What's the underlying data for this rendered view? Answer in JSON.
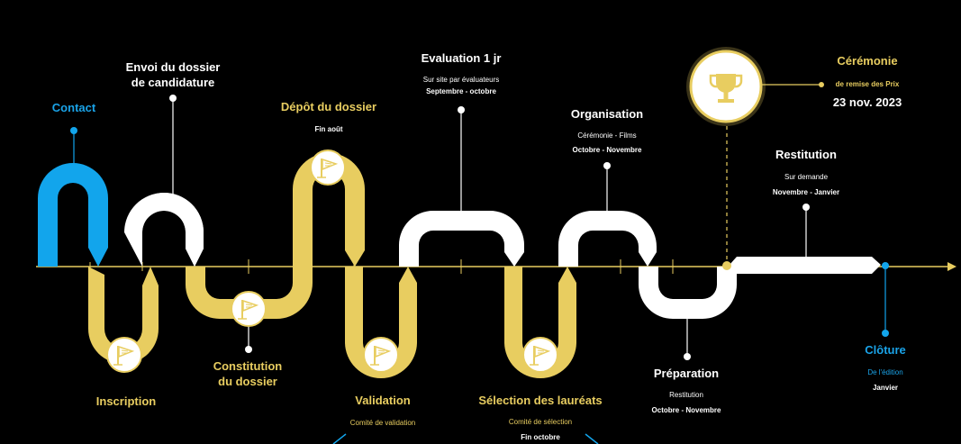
{
  "colors": {
    "gold": "#e8cd60",
    "blue": "#12a5ec",
    "white": "#ffffff",
    "bg": "#000000"
  },
  "steps": {
    "contact": {
      "title": "Contact"
    },
    "envoi": {
      "title_line1": "Envoi du dossier",
      "title_line2": "de candidature"
    },
    "inscription": {
      "title": "Inscription"
    },
    "constitution": {
      "title_line1": "Constitution",
      "title_line2": "du dossier"
    },
    "depot": {
      "title": "Dépôt du dossier",
      "date": "Fin août"
    },
    "validation": {
      "title": "Validation",
      "sub": "Comité de validation"
    },
    "evaluation": {
      "title": "Evaluation 1 jr",
      "sub": "Sur site par évaluateurs",
      "date": "Septembre - octobre"
    },
    "selection": {
      "title": "Sélection des lauréats",
      "sub": "Comité de sélection",
      "date": "Fin octobre"
    },
    "organisation": {
      "title": "Organisation",
      "sub": "Cérémonie - Films",
      "date": "Octobre - Novembre"
    },
    "preparation": {
      "title": "Préparation",
      "sub": "Restitution",
      "date": "Octobre - Novembre"
    },
    "ceremonie": {
      "title": "Cérémonie",
      "sub": "de remise des Prix",
      "date": "23 nov. 2023"
    },
    "restitution": {
      "title": "Restitution",
      "sub": "Sur demande",
      "date": "Novembre - Janvier"
    },
    "cloture": {
      "title": "Clôture",
      "sub": "De l'édition",
      "date": "Janvier"
    }
  },
  "icons": {
    "flag": "flag-icon",
    "trophy": "trophy-icon"
  }
}
